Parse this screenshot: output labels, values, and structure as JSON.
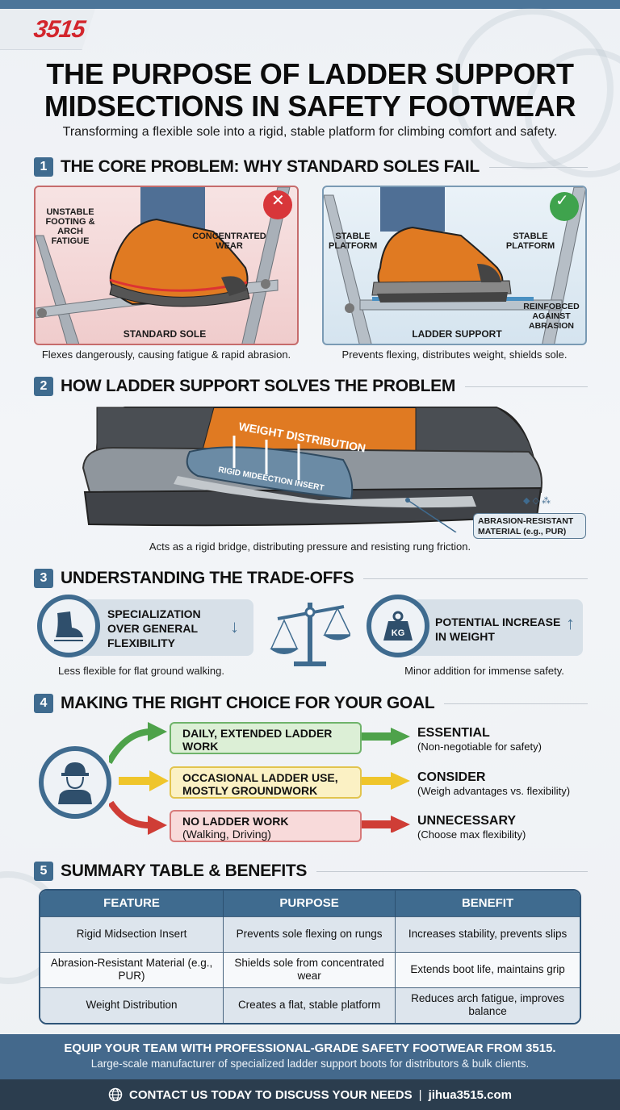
{
  "brand": {
    "logo": "3515",
    "accent": "#d3262d",
    "primary": "#3f6b8f"
  },
  "header": {
    "title_line1": "THE PURPOSE OF LADDER SUPPORT",
    "title_line2": "MIDSECTIONS IN SAFETY FOOTWEAR",
    "subtitle": "Transforming a flexible sole into a rigid, stable platform for climbing comfort and safety."
  },
  "sections": [
    {
      "num": "1",
      "title": "THE CORE PROBLEM: WHY STANDARD SOLES FAIL",
      "bad_panel": {
        "status_icon": "x-circle-icon",
        "label_left": "UNSTABLE FOOTING & ARCH FATIGUE",
        "label_right": "CONCENTRATED WEAR",
        "label_bottom": "STANDARD SOLE",
        "caption": "Flexes dangerously, causing fatigue & rapid abrasion."
      },
      "good_panel": {
        "status_icon": "check-circle-icon",
        "label_left": "STABLE PLATFORM",
        "label_right": "STABLE PLATFORM",
        "label_reinforced": "REINFOBCED AGAINST ABRASION",
        "label_bottom": "LADDER SUPPORT",
        "caption": "Prevents flexing, distributes weight, shields sole."
      }
    },
    {
      "num": "2",
      "title": "HOW LADDER SUPPORT SOLVES THE PROBLEM",
      "label_weight": "WEIGHT DISTRIBUTION",
      "label_insert": "RIGID MIDEECTION INSERT",
      "label_material": "ABRASION-RESISTANT MATERIAL (e.g., PUR)",
      "caption": "Acts as a rigid bridge, distributing pressure and resisting rung friction."
    },
    {
      "num": "3",
      "title": "UNDERSTANDING THE TRADE-OFFS",
      "left": {
        "icon": "boot-icon",
        "text": "SPECIALIZATION OVER GENERAL FLEXIBILITY",
        "direction": "↓",
        "caption": "Less flexible for flat ground walking."
      },
      "center_icon": "balance-scale-icon",
      "right": {
        "icon": "kg-weight-icon",
        "icon_text": "KG",
        "text": "POTENTIAL INCREASE IN WEIGHT",
        "direction": "↑",
        "caption": "Minor addition for immense safety."
      }
    },
    {
      "num": "4",
      "title": "MAKING THE RIGHT CHOICE FOR YOUR GOAL",
      "icon": "worker-hardhat-icon",
      "options": [
        {
          "scenario": "DAILY, EXTENDED LADDER WORK",
          "detail": "",
          "verdict": "ESSENTIAL",
          "note": "(Non-negotiable for safety)",
          "color": "#4ea24a"
        },
        {
          "scenario": "OCCASIONAL LADDER USE, MOSTLY GROUNDWORK",
          "detail": "",
          "verdict": "CONSIDER",
          "note": "(Weigh advantages vs. flexibility)",
          "color": "#efc52b"
        },
        {
          "scenario": "NO LADDER WORK",
          "detail": "(Walking, Driving)",
          "verdict": "UNNECESSARY",
          "note": "(Choose max flexibility)",
          "color": "#cf3d36"
        }
      ]
    },
    {
      "num": "5",
      "title": "SUMMARY TABLE & BENEFITS",
      "table": {
        "headers": [
          "FEATURE",
          "PURPOSE",
          "BENEFIT"
        ],
        "rows": [
          [
            "Rigid Midsection Insert",
            "Prevents sole flexing on rungs",
            "Increases stability, prevents slips"
          ],
          [
            "Abrasion-Resistant Material (e.g., PUR)",
            "Shields sole from concentrated wear",
            "Extends boot life, maintains grip"
          ],
          [
            "Weight Distribution",
            "Creates a flat, stable platform",
            "Reduces arch fatigue, improves balance"
          ]
        ]
      }
    }
  ],
  "footer": {
    "headline": "EQUIP YOUR TEAM WITH PROFESSIONAL-GRADE SAFETY FOOTWEAR FROM 3515.",
    "sub": "Large-scale manufacturer of specialized ladder support boots for distributors & bulk clients.",
    "cta_icon": "globe-icon",
    "cta": "CONTACT US TODAY TO DISCUSS YOUR NEEDS",
    "separator": "|",
    "url": "jihua3515.com"
  }
}
